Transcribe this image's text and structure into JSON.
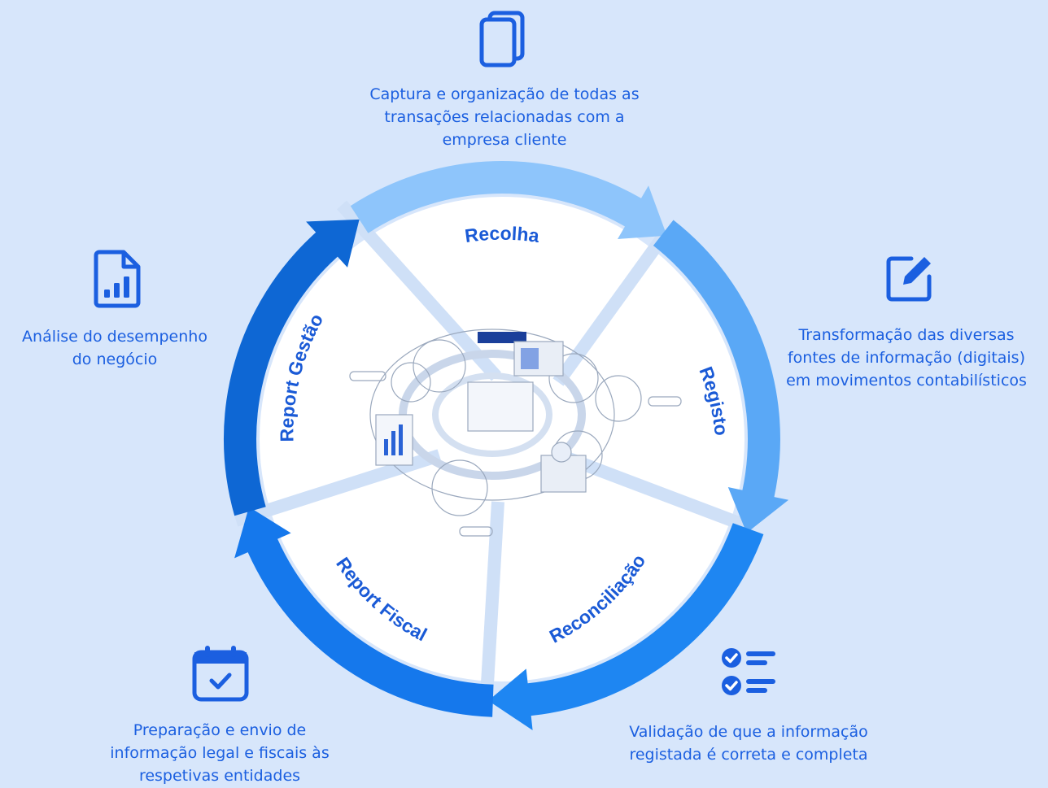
{
  "colors": {
    "background": "#d7e6fb",
    "text_accent": "#1b5fe0",
    "arrow_recolha": "#8ec5fb",
    "arrow_registo": "#5aa8f6",
    "arrow_reconciliacao": "#1e86f2",
    "arrow_report_fiscal": "#1578ec",
    "arrow_report_gestao": "#0e67d4"
  },
  "stages": [
    {
      "id": "recolha",
      "label": "Recolha",
      "description": "Captura e organização de todas as\ntransações relacionadas com a\nempresa cliente",
      "icon": "documents-icon"
    },
    {
      "id": "registo",
      "label": "Registo",
      "description": "Transformação das diversas\nfontes de informação (digitais)\nem movimentos contabilísticos",
      "icon": "edit-pencil-icon"
    },
    {
      "id": "reconciliacao",
      "label": "Reconciliação",
      "description": "Validação de que a informação\nregistada é correta e completa",
      "icon": "checklist-icon"
    },
    {
      "id": "report_fiscal",
      "label": "Report Fiscal",
      "description": "Preparação e envio de\ninformação legal e fiscais às\nrespetivas entidades",
      "icon": "calendar-check-icon"
    },
    {
      "id": "report_gestao",
      "label": "Report Gestão",
      "description": "Análise do desempenho\ndo negócio",
      "icon": "report-chart-icon"
    }
  ]
}
